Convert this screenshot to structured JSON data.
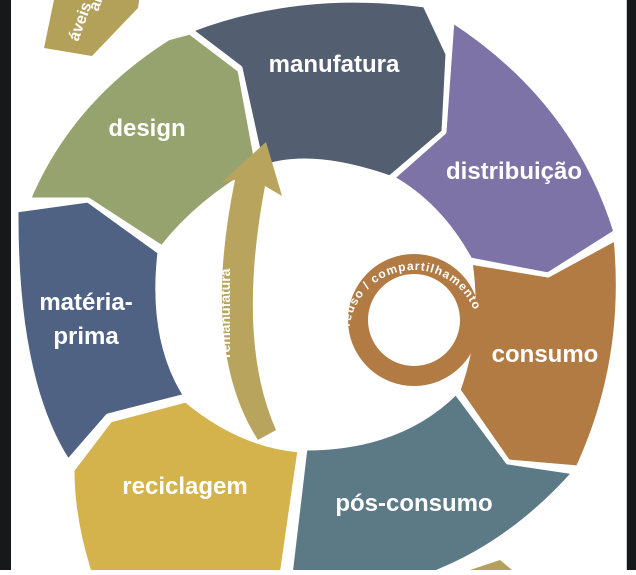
{
  "diagram": {
    "segments": [
      {
        "id": "manufatura",
        "label": "manufatura",
        "color": "#535f70"
      },
      {
        "id": "distribuicao",
        "label": "distribuição",
        "color": "#7d73a7"
      },
      {
        "id": "consumo",
        "label": "consumo",
        "color": "#b27b43"
      },
      {
        "id": "pos_consumo",
        "label": "pós-consumo",
        "color": "#5c7a86"
      },
      {
        "id": "reciclagem",
        "label": "reciclagem",
        "color": "#d4b24c"
      },
      {
        "id": "materia_prima",
        "label_line1": "matéria-",
        "label_line2": "prima",
        "color": "#4f6283"
      },
      {
        "id": "design",
        "label": "design",
        "color": "#97a36f"
      }
    ],
    "top_arrow": {
      "line1": "ais",
      "line2": "áveis",
      "color": "#b3a15a"
    },
    "remanufatura": {
      "label": "remanufatura",
      "color": "#b8a45c"
    },
    "reuso": {
      "label": "reuso / compartilhamento",
      "color": "#b27b43"
    }
  }
}
